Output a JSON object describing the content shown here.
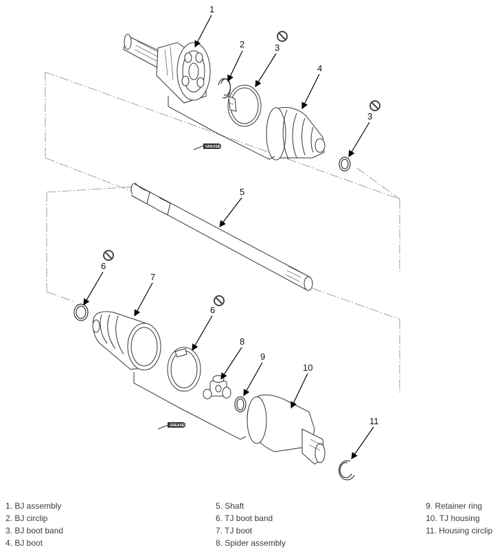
{
  "callouts": [
    "1",
    "2",
    "3",
    "4",
    "3",
    "5",
    "6",
    "7",
    "6",
    "8",
    "9",
    "10",
    "11"
  ],
  "grease_label": "GREASE",
  "legend": {
    "col1": [
      "1. BJ assembly",
      "2. BJ circlip",
      "3. BJ boot band",
      "4. BJ boot"
    ],
    "col2": [
      "5. Shaft",
      "6. TJ boot band",
      "7. TJ boot",
      "8. Spider assembly"
    ],
    "col3": [
      "9. Retainer ring",
      "10. TJ housing",
      "11. Housing circlip"
    ]
  },
  "icons": [
    "no-reuse-icon",
    "grease-tube-icon"
  ],
  "colors": {
    "line": "#333333",
    "fill": "#ffffff",
    "arrow": "#000000"
  }
}
